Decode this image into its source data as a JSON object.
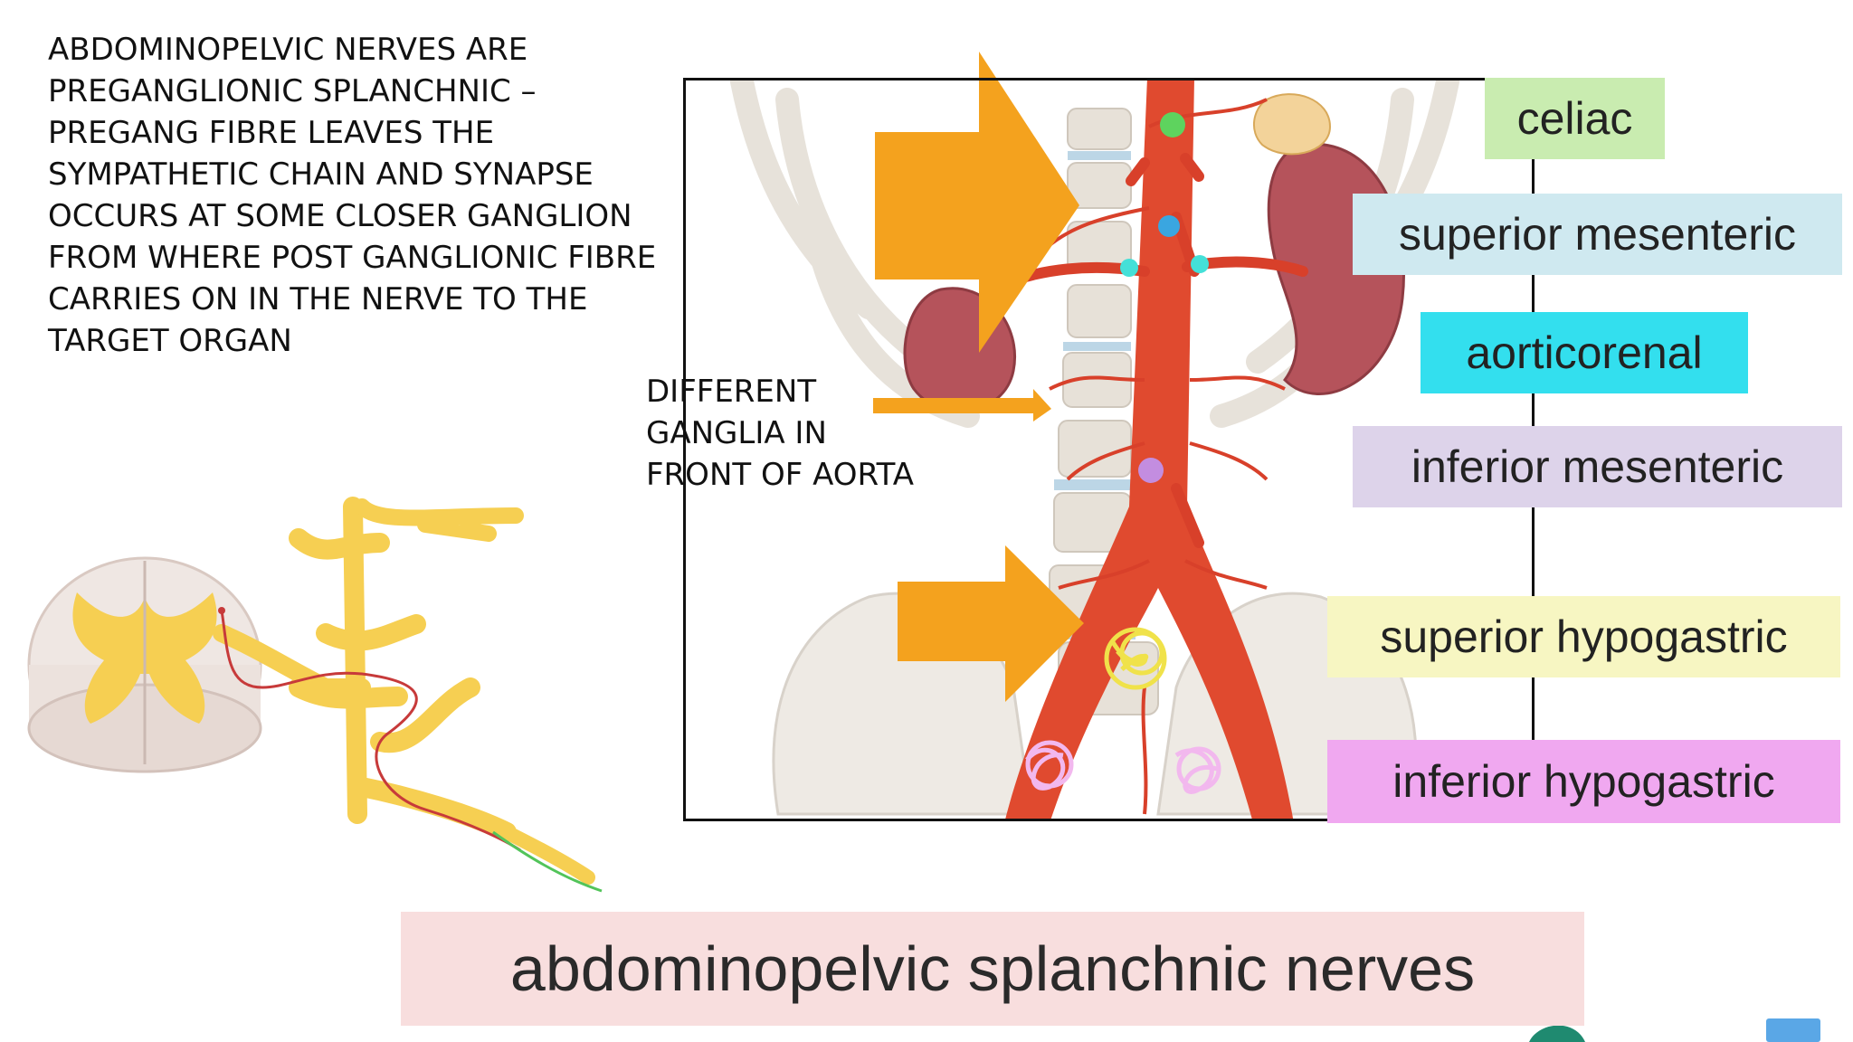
{
  "note": {
    "lines": [
      "ABDOMINOPELVIC NERVES ARE",
      "PREGANGLIONIC SPLANCHNIC –",
      "PREGANG FIBRE LEAVES THE",
      "SYMPATHETIC CHAIN AND SYNAPSE",
      "OCCURS AT SOME CLOSER GANGLION",
      "FROM WHERE POST GANGLIONIC FIBRE",
      "CARRIES ON IN THE NERVE TO THE",
      "TARGET ORGAN"
    ]
  },
  "callout": {
    "lines": [
      "DIFFERENT",
      "GANGLIA IN",
      "FRONT OF AORTA"
    ]
  },
  "ganglia": [
    {
      "label": "celiac",
      "color": "#c9ecb0",
      "dot": "#5ed35e"
    },
    {
      "label": "superior mesenteric",
      "color": "#cfe9f0",
      "dot": "#3aa6e0"
    },
    {
      "label": "aorticorenal",
      "color": "#33dfee",
      "dot": "#44e0d8"
    },
    {
      "label": "inferior mesenteric",
      "color": "#ddd3ea",
      "dot": "#c38de0"
    },
    {
      "label": "superior hypogastric",
      "color": "#f7f6c2",
      "dot": "#f0e24a"
    },
    {
      "label": "inferior hypogastric",
      "color": "#f0a8f0",
      "dot": "#f2b8ee"
    }
  ],
  "caption": {
    "text": "abdominopelvic splanchnic nerves",
    "color": "#f8dede"
  },
  "colors": {
    "arrow": "#f4a21e",
    "aorta": "#e04a2f",
    "kidney": "#b5535b",
    "bone": "#ece6dc",
    "nerve": "#f6cf52"
  }
}
